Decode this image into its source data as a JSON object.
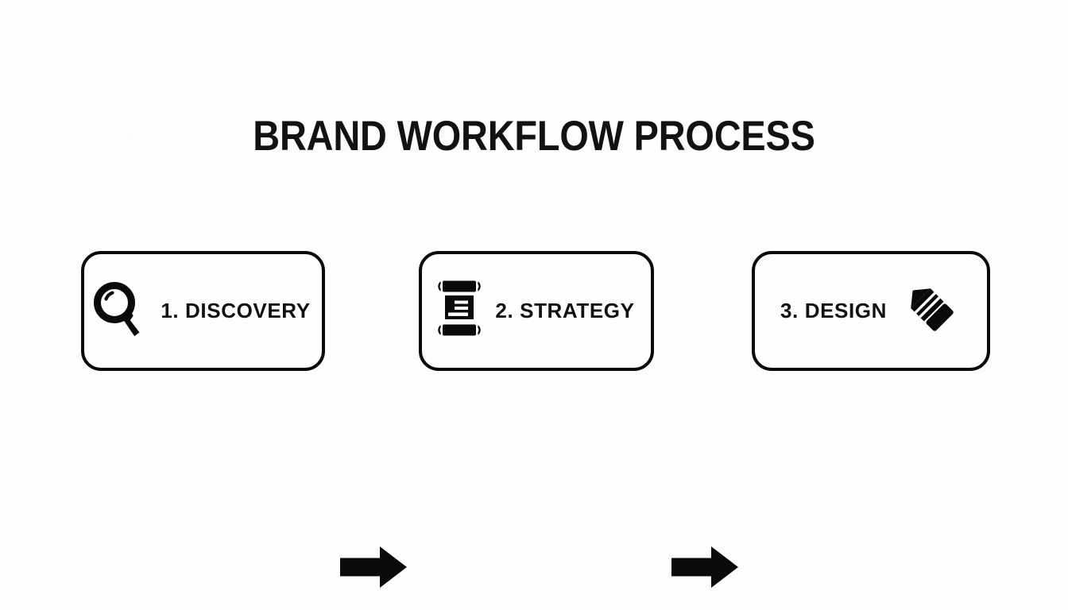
{
  "page": {
    "background_color": "#fdfdfd",
    "ink_color": "#0a0a0a"
  },
  "title": {
    "text": "BRAND WORKFLOW PROCESS"
  },
  "flow": {
    "steps": [
      {
        "label": "1. DISCOVERY",
        "icon": "magnifier-icon",
        "icon_position": "left",
        "number": "1",
        "name": "Discovery"
      },
      {
        "label": "2. STRATEGY",
        "icon": "scroll-document-icon",
        "icon_position": "left",
        "number": "2",
        "name": "Strategy"
      },
      {
        "label": "3. DESIGN",
        "icon": "pencil-icon",
        "icon_position": "right",
        "number": "3",
        "name": "Design"
      }
    ],
    "connectors": [
      {
        "icon": "arrow-right-icon",
        "from": "1. DISCOVERY",
        "to": "2. STRATEGY"
      },
      {
        "icon": "arrow-right-icon",
        "from": "2. STRATEGY",
        "to": "3. DESIGN"
      }
    ]
  }
}
